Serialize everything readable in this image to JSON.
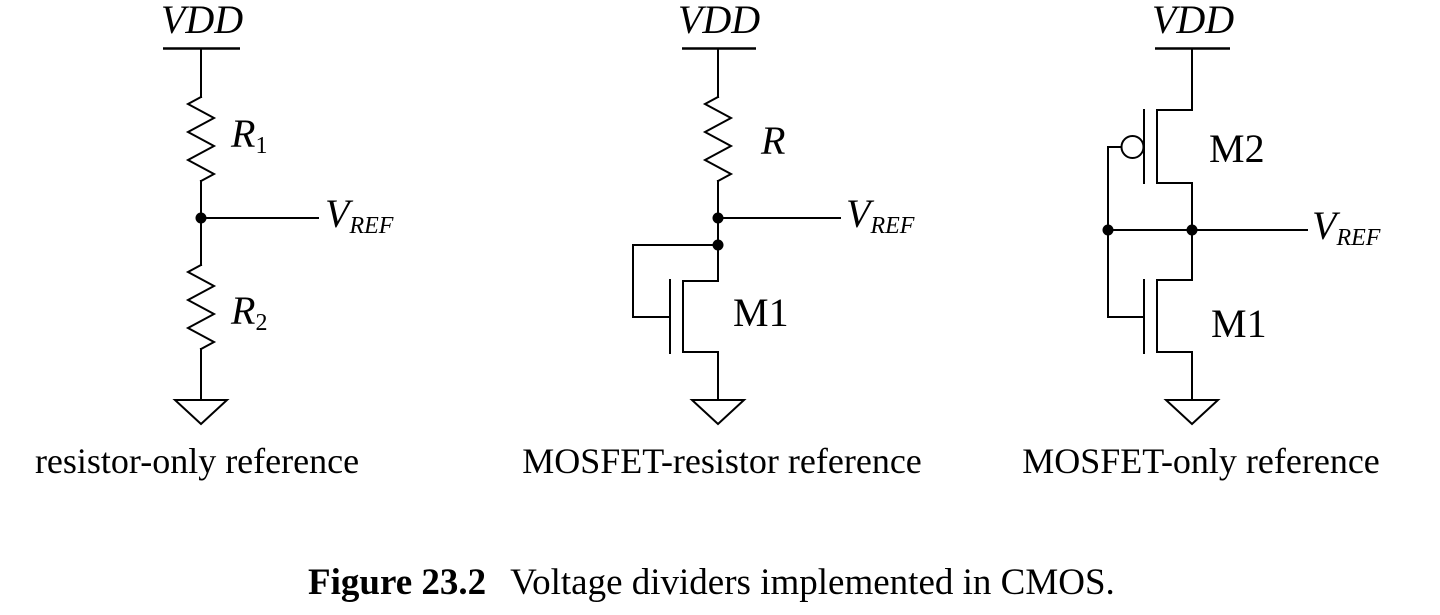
{
  "page": {
    "background_color": "#ffffff",
    "ink_color": "#000000"
  },
  "figure_caption": {
    "label": "Figure 23.2",
    "text": "Voltage dividers implemented in CMOS."
  },
  "circuits": {
    "resistor_only": {
      "supply": "VDD",
      "r1": {
        "name": "R",
        "sub": "1"
      },
      "r2": {
        "name": "R",
        "sub": "2"
      },
      "output": {
        "name": "V",
        "sub": "REF"
      },
      "caption": "resistor-only reference"
    },
    "mosfet_resistor": {
      "supply": "VDD",
      "r": {
        "name": "R"
      },
      "m1": "M1",
      "output": {
        "name": "V",
        "sub": "REF"
      },
      "caption": "MOSFET-resistor reference"
    },
    "mosfet_only": {
      "supply": "VDD",
      "m2": "M2",
      "m1": "M1",
      "output": {
        "name": "V",
        "sub": "REF"
      },
      "caption": "MOSFET-only reference"
    }
  }
}
